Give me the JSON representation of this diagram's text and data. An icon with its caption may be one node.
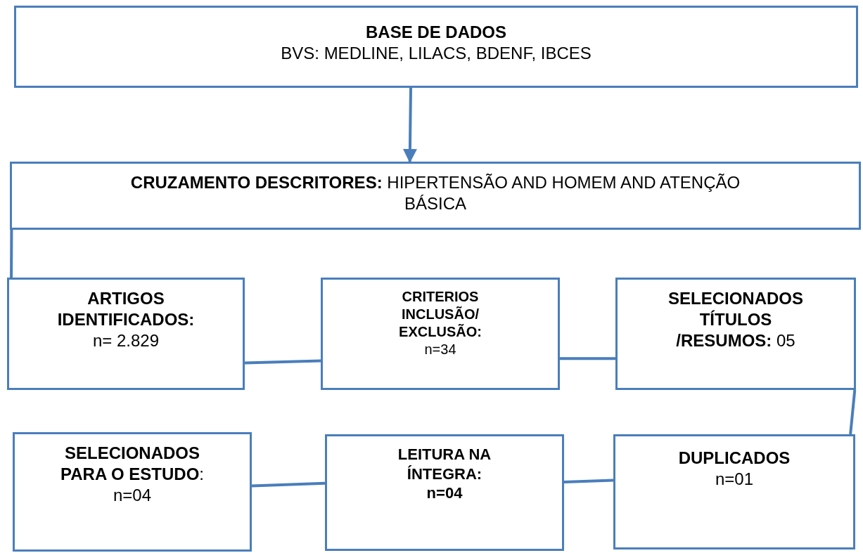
{
  "diagram": {
    "nodes": [
      {
        "text": [
          "BASE DE DADOS",
          "BVS: MEDLINE, LILACS, BDENF, IBCES"
        ]
      },
      {
        "text": [
          "**CRUZAMENTO DESCRITORES:** HIPERTENSÃO AND HOMEM AND ATENÇÃO BÁSICA"
        ]
      },
      {
        "text": [
          "ARTIGOS IDENTIFICADOS:",
          "n= 2.829"
        ]
      },
      {
        "text": [
          "CRITERIOS INCLUSÃO/ EXCLUSÃO:",
          "n=34"
        ]
      },
      {
        "text": [
          "**SELECIONADOS TÍTULOS /RESUMOS:** 05"
        ]
      },
      {
        "text": [
          "**SELECIONADOS PARA O ESTUDO**:",
          "n=04"
        ]
      },
      {
        "text": [
          "LEITURA NA ÍNTEGRA:",
          "n=04"
        ]
      },
      {
        "text": [
          "DUPLICADOS",
          "n=01"
        ]
      }
    ],
    "edges": [
      {
        "from": 0,
        "to": 1,
        "arrow": "to"
      },
      {
        "from": 1,
        "to": 2,
        "arrow": "none"
      },
      {
        "from": 2,
        "to": 3,
        "arrow": "none"
      },
      {
        "from": 3,
        "to": 4,
        "arrow": "none"
      },
      {
        "from": 4,
        "to": 7,
        "arrow": "none"
      },
      {
        "from": 7,
        "to": 6,
        "arrow": "none"
      },
      {
        "from": 6,
        "to": 5,
        "arrow": "none"
      }
    ]
  }
}
